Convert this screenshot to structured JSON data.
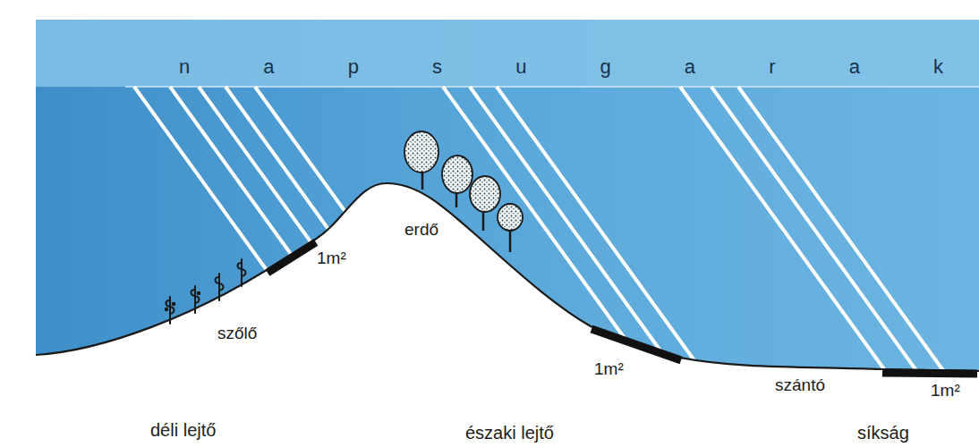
{
  "diagram": {
    "labels": [
      "n a p s u g a r a k",
      "1m²",
      "erdő",
      "szőlő",
      "1m²",
      "szántó",
      "1m²",
      "déli lejtő",
      "északi lejtő",
      "síkság"
    ]
  }
}
